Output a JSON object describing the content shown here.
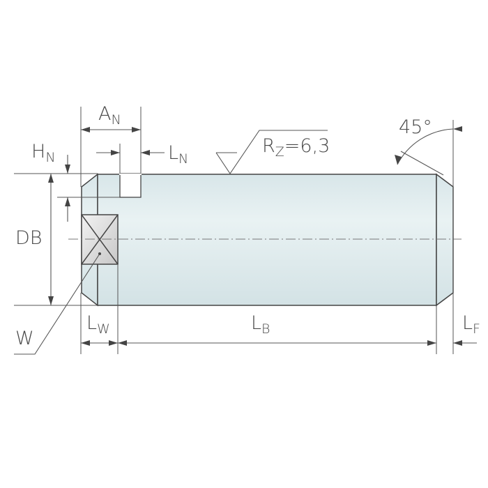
{
  "colors": {
    "body_fill": "#d9e7ea",
    "body_highlight": "#eef5f6",
    "outline": "#444444",
    "dimension_line": "#555555",
    "text": "#4a4a4a"
  },
  "labels": {
    "AN": {
      "main": "A",
      "sub": "N"
    },
    "HN": {
      "main": "H",
      "sub": "N"
    },
    "LN": {
      "main": "L",
      "sub": "N"
    },
    "RZ": {
      "main": "R",
      "sub": "Z",
      "rest": "=6,3"
    },
    "angle": "45°",
    "DB": "DB",
    "W": "W",
    "LW": {
      "main": "L",
      "sub": "W"
    },
    "LB": {
      "main": "L",
      "sub": "B"
    },
    "LF": {
      "main": "L",
      "sub": "F"
    }
  }
}
